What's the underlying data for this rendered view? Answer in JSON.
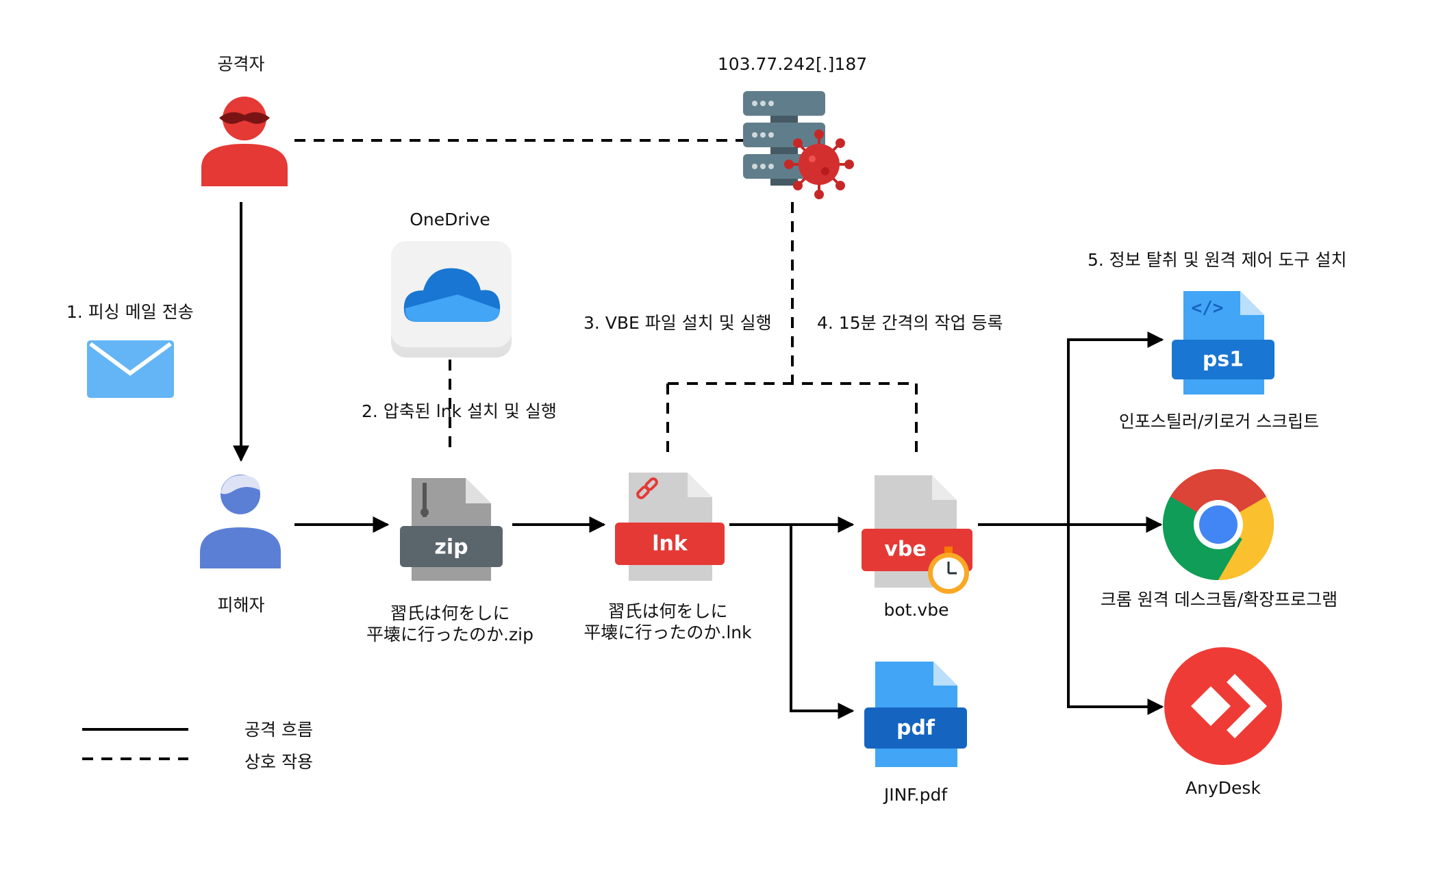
{
  "nodes": {
    "attacker": "공격자",
    "server_ip": "103.77.242[.]187",
    "onedrive": "OneDrive",
    "victim": "피해자",
    "zip_file": [
      "習氏は何をしに",
      "平壊に行ったのか.zip"
    ],
    "lnk_file": [
      "習氏は何をしに",
      "平壊に行ったのか.lnk"
    ],
    "vbe_file": "bot.vbe",
    "pdf_file": "JINF.pdf",
    "ps1_tool": "인포스틸러/키로거 스크립트",
    "chrome_tool": "크롬 원격 데스크톱/확장프로그램",
    "anydesk_tool": "AnyDesk"
  },
  "steps": {
    "s1": "1. 피싱 메일 전송",
    "s2": "2. 압축된 lnk 설치 및 실행",
    "s3": "3. VBE 파일 설치 및 실행",
    "s4": "4. 15분 간격의 작업 등록",
    "s5": "5. 정보 탈취 및 원격 제어 도구 설치"
  },
  "icon_tags": {
    "zip": "zip",
    "lnk": "lnk",
    "vbe": "vbe",
    "pdf": "pdf",
    "ps1": "ps1"
  },
  "legend": {
    "solid": "공격 흐름",
    "dashed": "상호 작용"
  },
  "icons": [
    "attacker-icon",
    "server-icon",
    "virus-icon",
    "onedrive-icon",
    "mail-icon",
    "victim-icon",
    "zip-file-icon",
    "lnk-file-icon",
    "vbe-file-icon",
    "stopwatch-icon",
    "pdf-file-icon",
    "ps1-file-icon",
    "chrome-icon",
    "anydesk-icon"
  ],
  "colors": {
    "attacker_red": "#e53935",
    "victim_blue": "#5c7fd6",
    "zip_tag": "#5b656c",
    "lnk_tag": "#e53935",
    "vbe_tag": "#e53935",
    "pdf_blue": "#1e88e5",
    "ps1_blue": "#1976d2",
    "anydesk_red": "#ef3b36",
    "server_gray": "#607d8b",
    "mail_blue": "#64b5f6"
  }
}
